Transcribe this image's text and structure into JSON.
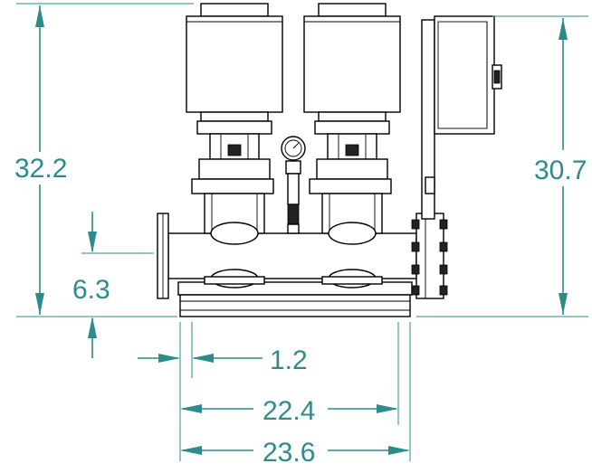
{
  "dimensions": {
    "overall_height_left": "32.2",
    "overall_height_right": "30.7",
    "inlet_height": "6.3",
    "offset_small": "1.2",
    "base_width": "22.4",
    "overall_width": "23.6"
  },
  "colors": {
    "dimension": "#2e8b8b",
    "outline": "#000000",
    "background": "#ffffff"
  }
}
